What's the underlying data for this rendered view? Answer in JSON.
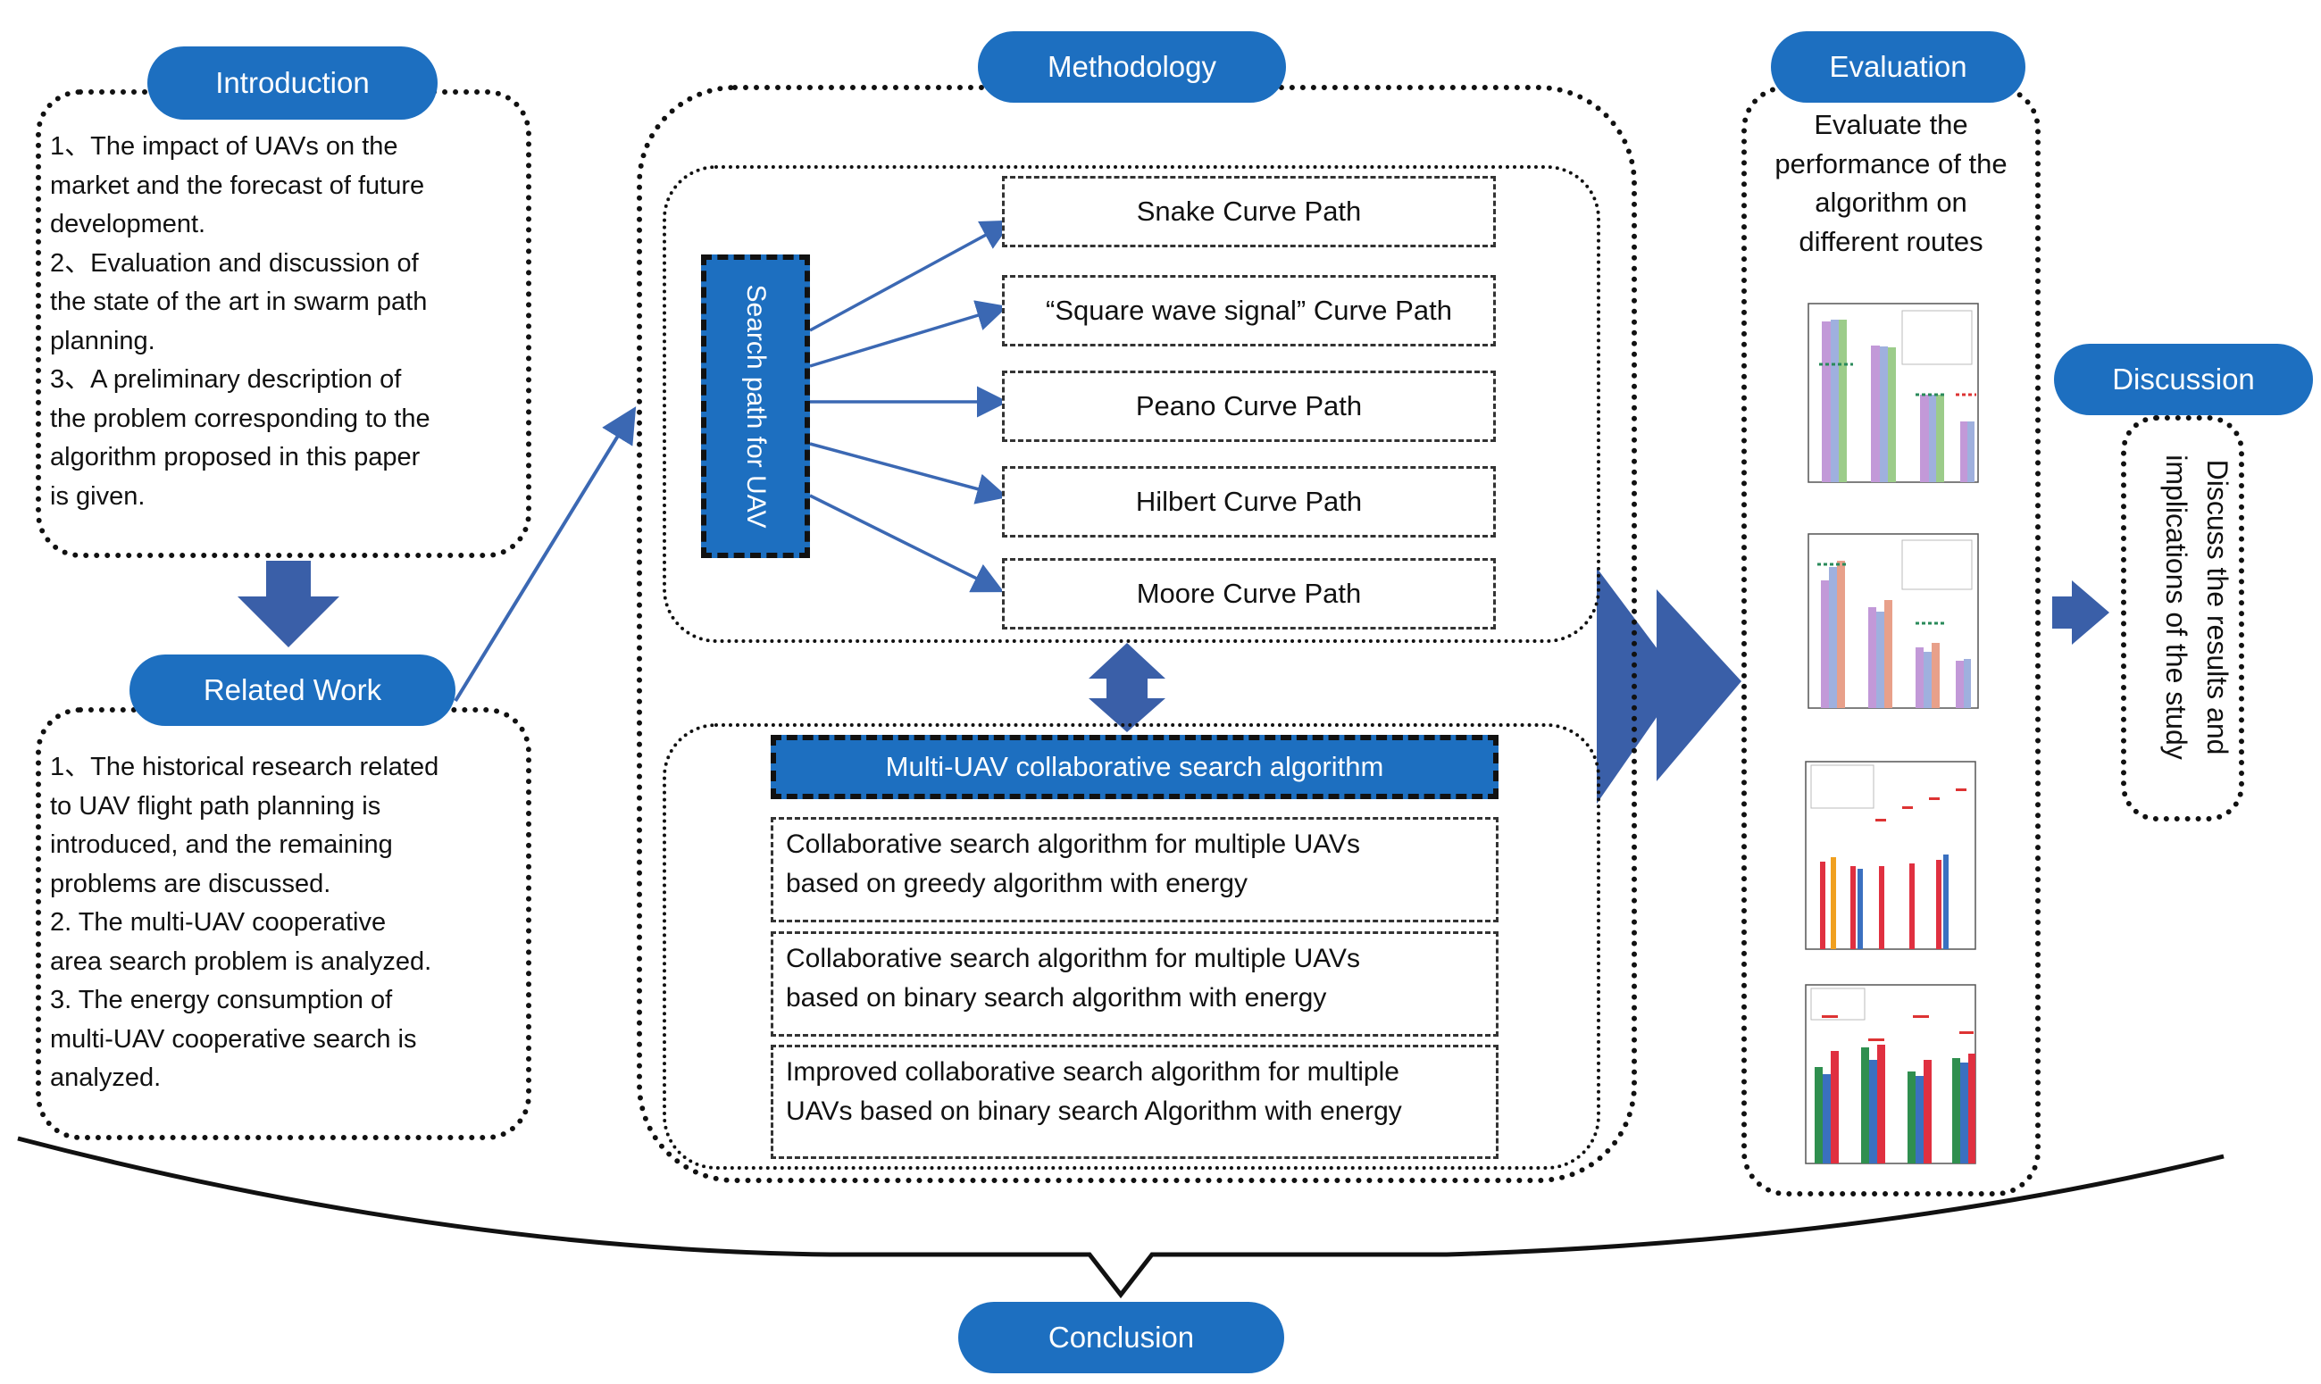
{
  "sections": {
    "introduction": {
      "title": "Introduction",
      "lines": [
        "1、The impact of UAVs on the",
        "market and the forecast of future",
        "development.",
        "2、Evaluation and discussion of",
        "the state of the art in swarm path",
        "planning.",
        "3、A preliminary description of",
        "the problem corresponding to the",
        "algorithm proposed in this paper",
        " is given."
      ]
    },
    "related_work": {
      "title": "Related Work",
      "lines": [
        "1、The historical research related",
        "to UAV flight path planning is",
        "introduced, and the remaining",
        "problems are discussed.",
        "2. The multi-UAV cooperative",
        "area search problem is analyzed.",
        "3. The energy consumption of",
        "multi-UAV cooperative search is",
        " analyzed."
      ]
    },
    "methodology": {
      "title": "Methodology",
      "search_label": "Search path for UAV",
      "paths": [
        "Snake Curve Path",
        "“Square wave signal” Curve Path",
        "Peano Curve Path",
        "Hilbert Curve Path",
        "Moore Curve Path"
      ],
      "multi_title": "Multi-UAV collaborative search algorithm",
      "algorithms": [
        [
          "Collaborative search algorithm for multiple UAVs",
          "based on greedy algorithm with energy"
        ],
        [
          "Collaborative search algorithm for multiple UAVs",
          "based on binary search algorithm with energy"
        ],
        [
          "Improved collaborative search algorithm for multiple",
          "UAVs based on binary search Algorithm with energy"
        ]
      ]
    },
    "evaluation": {
      "title": "Evaluation",
      "lines": [
        "Evaluate the",
        "performance of the",
        "algorithm on",
        "different routes"
      ]
    },
    "discussion": {
      "title": "Discussion",
      "lines": [
        "Discuss the results and",
        "implications of the study"
      ]
    },
    "conclusion": {
      "title": "Conclusion"
    }
  },
  "colors": {
    "pill": "#1d6fc0",
    "arrow_dark": "#3a5fa8",
    "arrow_line": "#3b68b3",
    "border": "#111111"
  }
}
